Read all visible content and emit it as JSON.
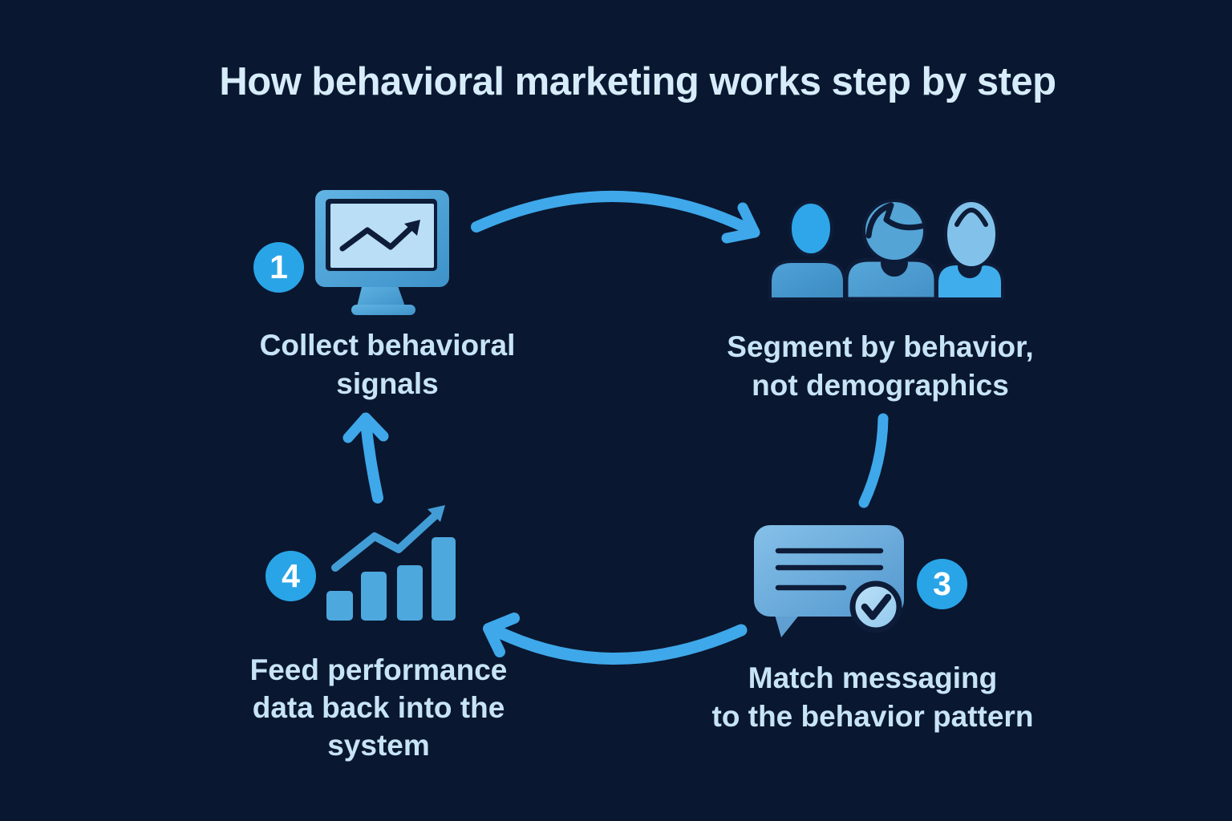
{
  "title": "How behavioral marketing works step by step",
  "steps": [
    {
      "number": "1",
      "icon": "monitor-line-chart",
      "lines": [
        "Collect behavioral",
        "signals"
      ]
    },
    {
      "icon": "people-group",
      "lines": [
        "Segment by behavior,",
        "not demographics"
      ]
    },
    {
      "number": "3",
      "icon": "chat-bubble-check",
      "lines": [
        "Match messaging",
        "to the behavior pattern"
      ]
    },
    {
      "number": "4",
      "icon": "bar-chart-trend",
      "lines": [
        "Feed performance",
        "data back into the",
        "system"
      ]
    }
  ],
  "flow": [
    "collect-to-segment",
    "segment-to-match",
    "match-to-feed",
    "feed-to-collect"
  ],
  "colors": {
    "background": "#0a1730",
    "title_text": "#d6ecfa",
    "caption_text": "#c7e4f6",
    "arrow": "#3ea8ea",
    "badge": "#29a4e7",
    "badge_text": "#ffffff",
    "icon_dark": "#0d1c38",
    "screen_light": "#b9def5",
    "bar_blue": "#4da8de"
  }
}
